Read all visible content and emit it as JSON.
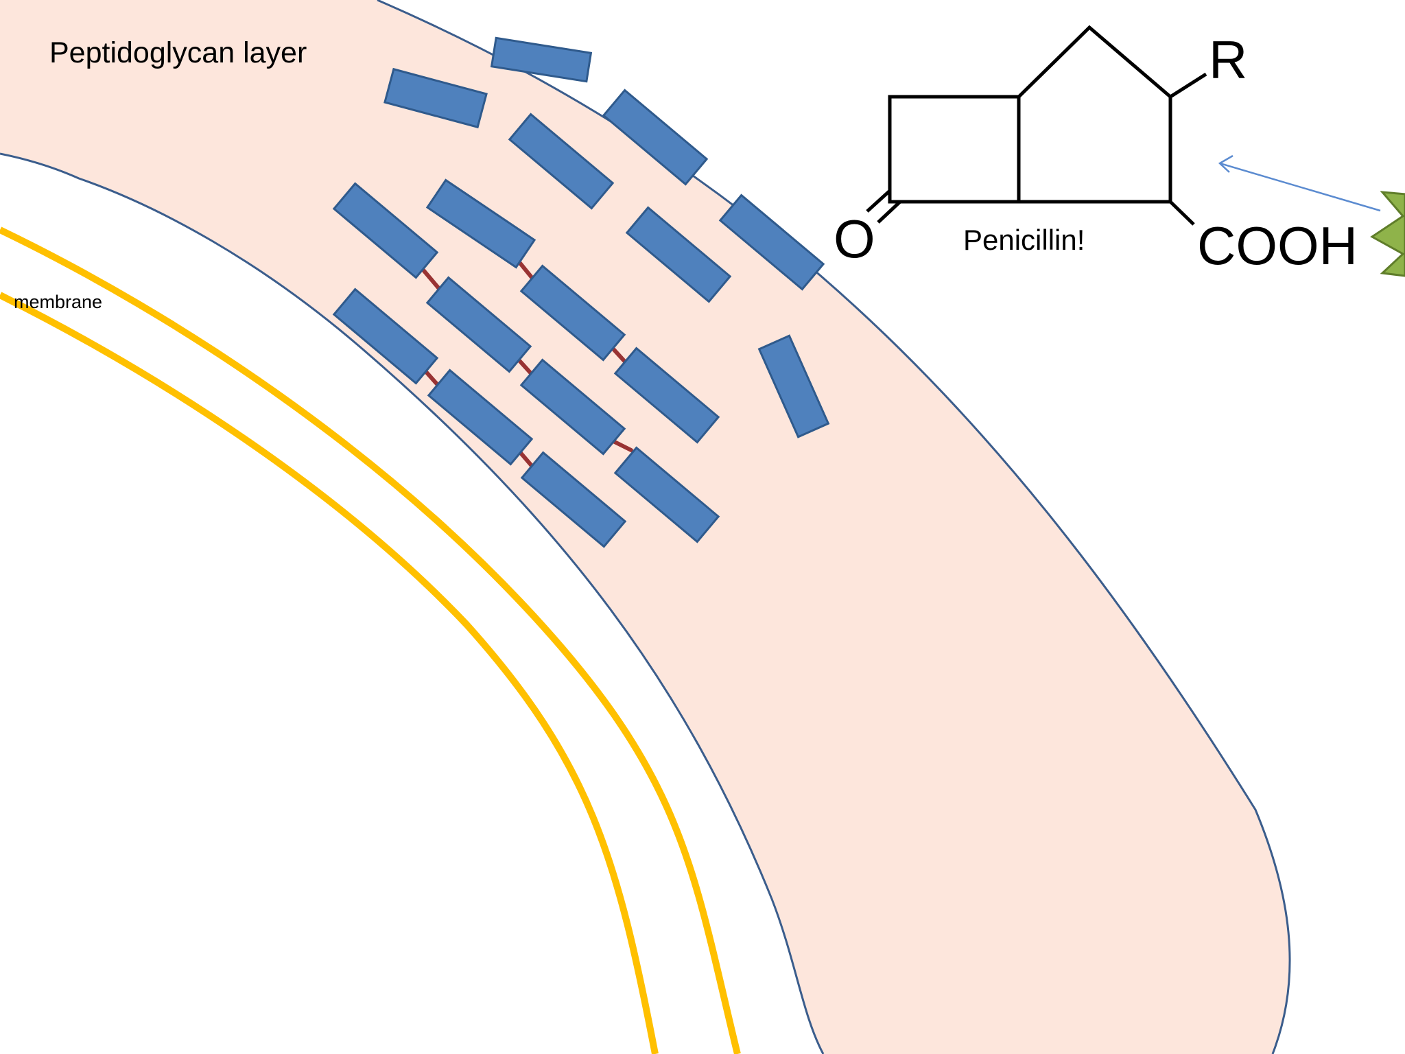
{
  "labels": {
    "peptidoglycan": "Peptidoglycan layer",
    "membrane": "membrane",
    "penicillin": "Penicillin!",
    "oxygen": "O",
    "r_group": "R",
    "carboxyl": "COOH"
  },
  "colors": {
    "peptidoglycan_fill": "#fde6dc",
    "boundary_line": "#3b5d8c",
    "membrane_line": "#ffc000",
    "brick_fill": "#4f81bd",
    "crosslink": "#993333",
    "arrow": "#5b8bd0",
    "star_fill": "#8fb34a",
    "star_stroke": "#5f7d2a",
    "structure_line": "#000000"
  }
}
